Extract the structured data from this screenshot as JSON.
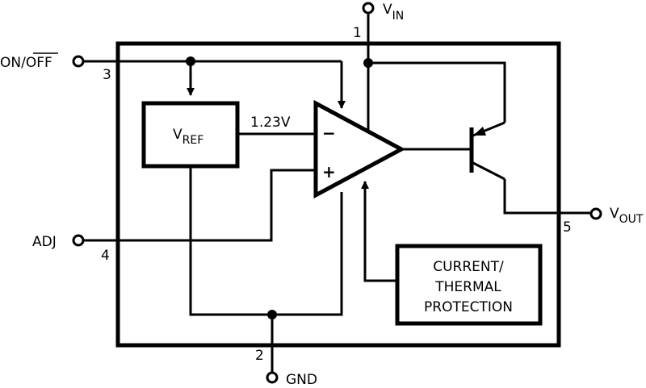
{
  "pins": {
    "vin": {
      "base": "V",
      "sub": "IN",
      "number": "1"
    },
    "gnd": {
      "label": "GND",
      "number": "2"
    },
    "on_off": {
      "prefix": "ON/",
      "overbar": "OFF",
      "number": "3"
    },
    "adj": {
      "label": "ADJ",
      "number": "4"
    },
    "vout": {
      "base": "V",
      "sub": "OUT",
      "number": "5"
    }
  },
  "blocks": {
    "vref": {
      "base": "V",
      "sub": "REF"
    },
    "protection": {
      "line1": "CURRENT/",
      "line2": "THERMAL",
      "line3": "PROTECTION"
    }
  },
  "reference_voltage": "1.23V",
  "amplifier": {
    "minus": "−",
    "plus": "+"
  }
}
